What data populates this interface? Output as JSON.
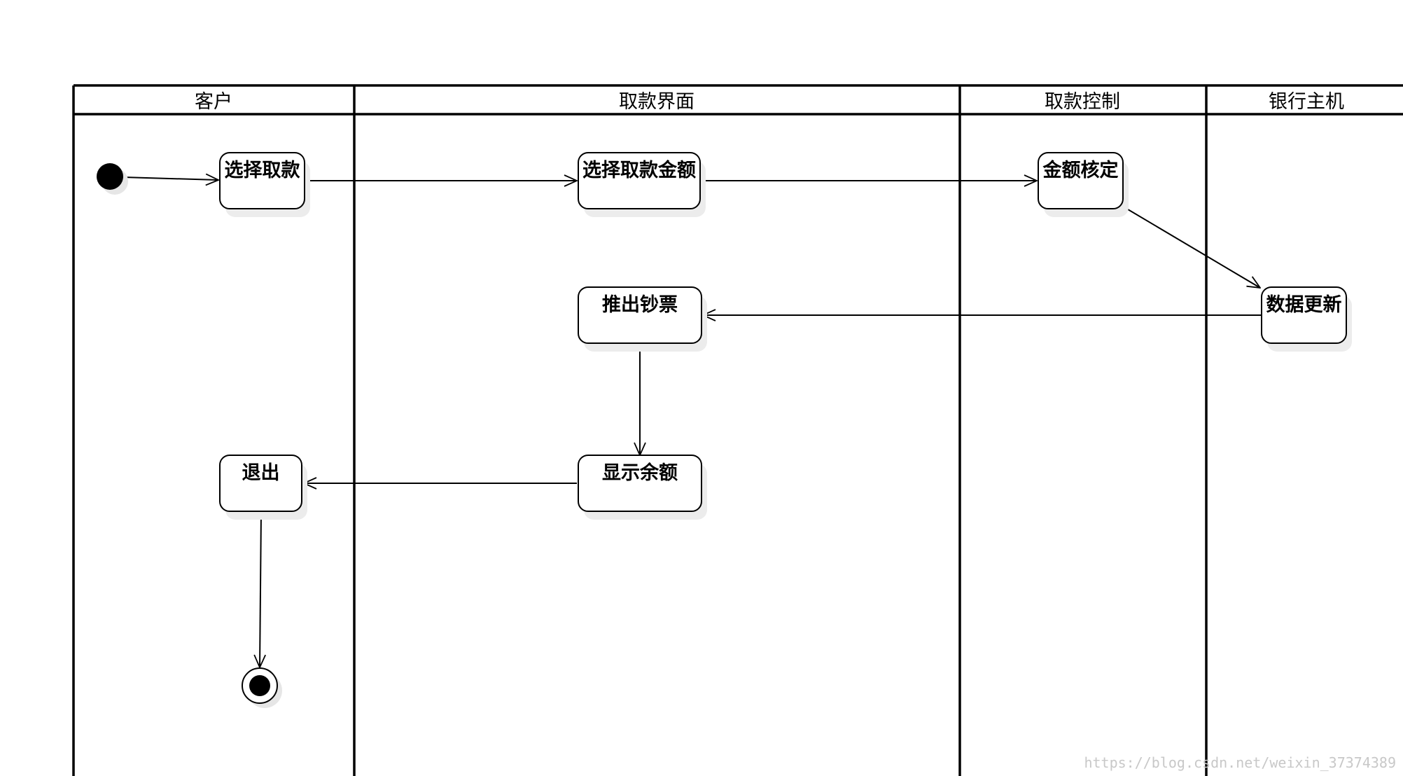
{
  "lanes": [
    {
      "id": "customer",
      "title": "客户"
    },
    {
      "id": "ui",
      "title": "取款界面"
    },
    {
      "id": "control",
      "title": "取款控制"
    },
    {
      "id": "bank",
      "title": "银行主机"
    }
  ],
  "nodes": {
    "select_withdraw": "选择取款",
    "select_amount": "选择取款金额",
    "verify_amount": "金额核定",
    "update_data": "数据更新",
    "dispense_cash": "推出钞票",
    "show_balance": "显示余额",
    "exit": "退出"
  },
  "watermark": "https://blog.csdn.net/weixin_37374389"
}
